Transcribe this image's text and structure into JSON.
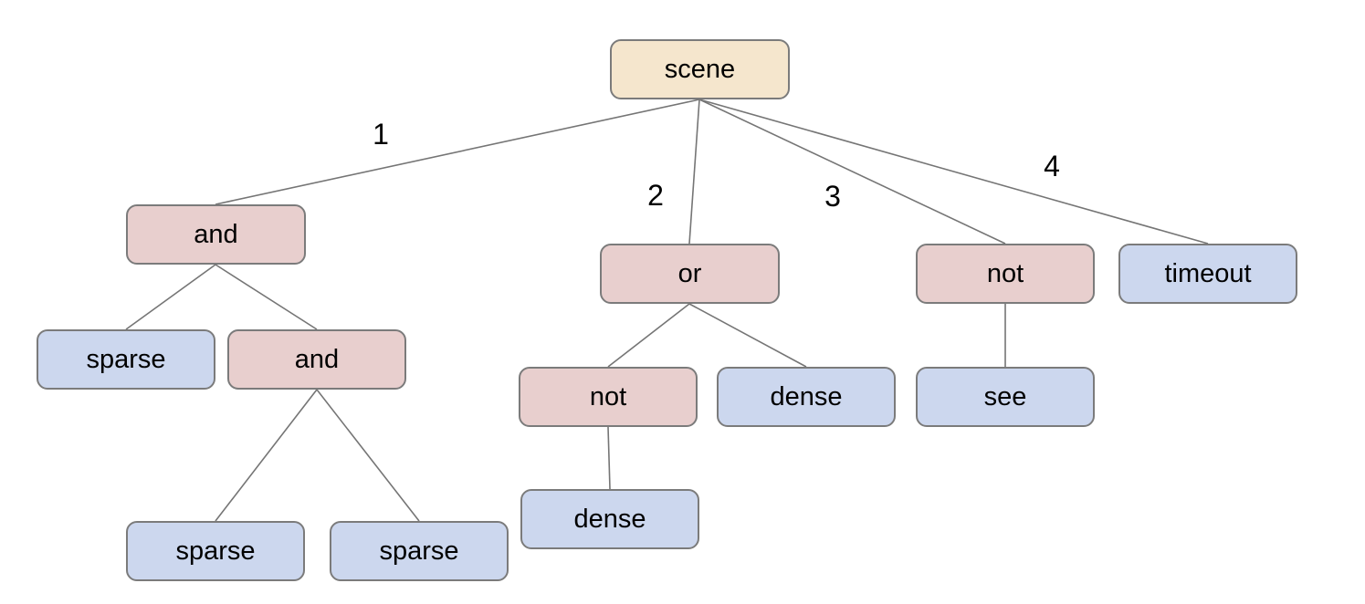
{
  "colors": {
    "background": "#ffffff",
    "root_fill": "#f5e6cd",
    "operator_fill": "#e8cfce",
    "leaf_fill": "#ccd7ee",
    "border": "#7b7b7b",
    "line": "#757575",
    "text": "#000000"
  },
  "tree": {
    "label": "scene",
    "children": [
      {
        "edge": "1",
        "label": "and",
        "children": [
          {
            "label": "sparse"
          },
          {
            "label": "and",
            "children": [
              {
                "label": "sparse"
              },
              {
                "label": "sparse"
              }
            ]
          }
        ]
      },
      {
        "edge": "2",
        "label": "or",
        "children": [
          {
            "label": "not",
            "children": [
              {
                "label": "dense"
              }
            ]
          },
          {
            "label": "dense"
          }
        ]
      },
      {
        "edge": "3",
        "label": "not",
        "children": [
          {
            "label": "see"
          }
        ]
      },
      {
        "edge": "4",
        "label": "timeout"
      }
    ]
  }
}
